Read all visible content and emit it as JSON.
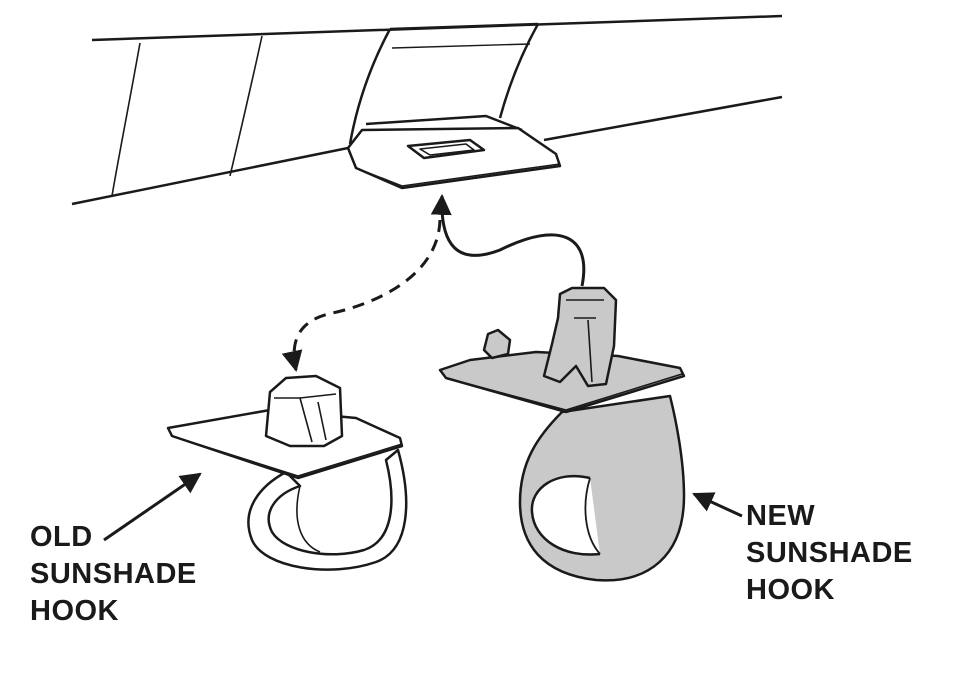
{
  "labels": {
    "old_hook": [
      "OLD",
      "SUNSHADE",
      "HOOK"
    ],
    "new_hook": [
      "NEW",
      "SUNSHADE",
      "HOOK"
    ]
  },
  "colors": {
    "line": "#1a1a1a",
    "old_hook_fill": "#ffffff",
    "new_hook_fill": "#c9c9c9",
    "background": "#ffffff"
  }
}
